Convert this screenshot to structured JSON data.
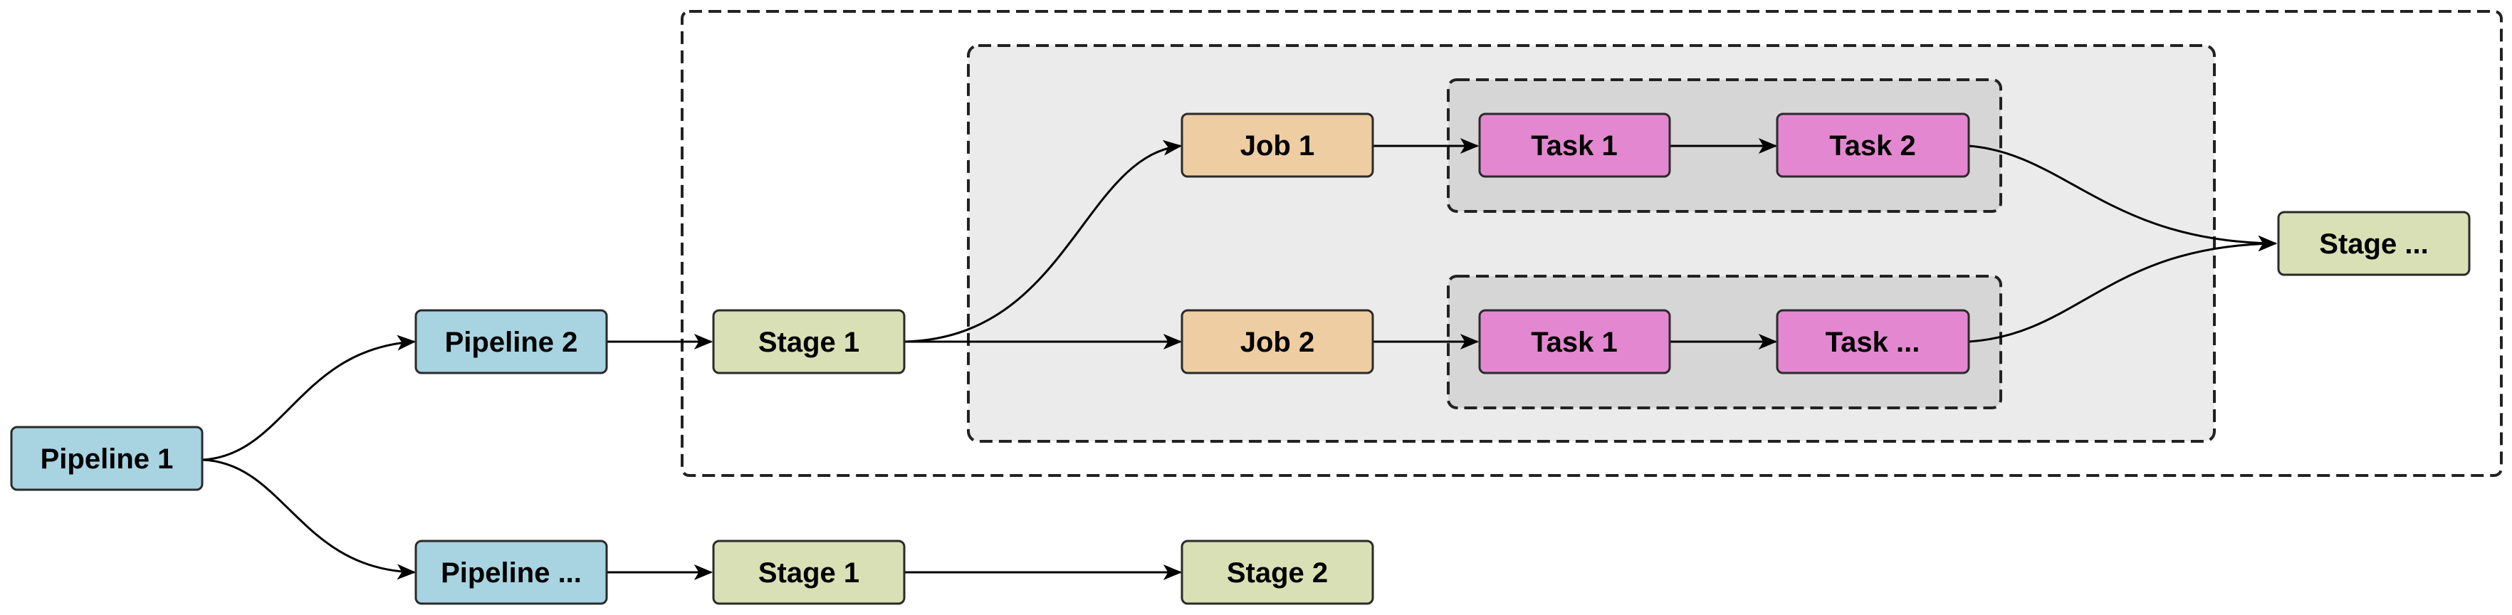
{
  "colors": {
    "pipeline": "#a8d3e1",
    "stage": "#d9e0b5",
    "job": "#efcda2",
    "task": "#e388d0"
  },
  "nodes": {
    "pipeline_1": "Pipeline 1",
    "pipeline_2": "Pipeline 2",
    "pipeline_n": "Pipeline ...",
    "stage_1_a": "Stage 1",
    "stage_1_b": "Stage 1",
    "stage_2": "Stage 2",
    "stage_n": "Stage ...",
    "job_1": "Job 1",
    "job_2": "Job 2",
    "task_1_a": "Task 1",
    "task_2": "Task 2",
    "task_1_b": "Task 1",
    "task_n": "Task ..."
  }
}
